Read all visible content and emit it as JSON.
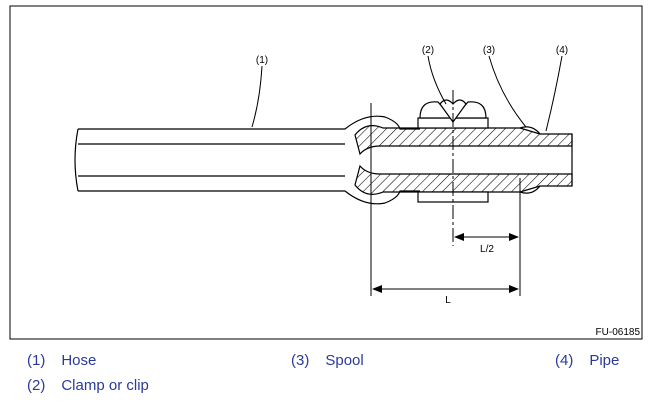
{
  "figure": {
    "callouts": [
      "(1)",
      "(2)",
      "(3)",
      "(4)"
    ],
    "dimension_half": "L/2",
    "dimension_full": "L",
    "figure_code": "FU-06185"
  },
  "legend": [
    {
      "num": "(1)",
      "label": "Hose"
    },
    {
      "num": "(3)",
      "label": "Spool"
    },
    {
      "num": "(4)",
      "label": "Pipe"
    },
    {
      "num": "(2)",
      "label": "Clamp or clip"
    }
  ],
  "colors": {
    "legend_text": "#2a3a9c",
    "line": "#000000"
  }
}
